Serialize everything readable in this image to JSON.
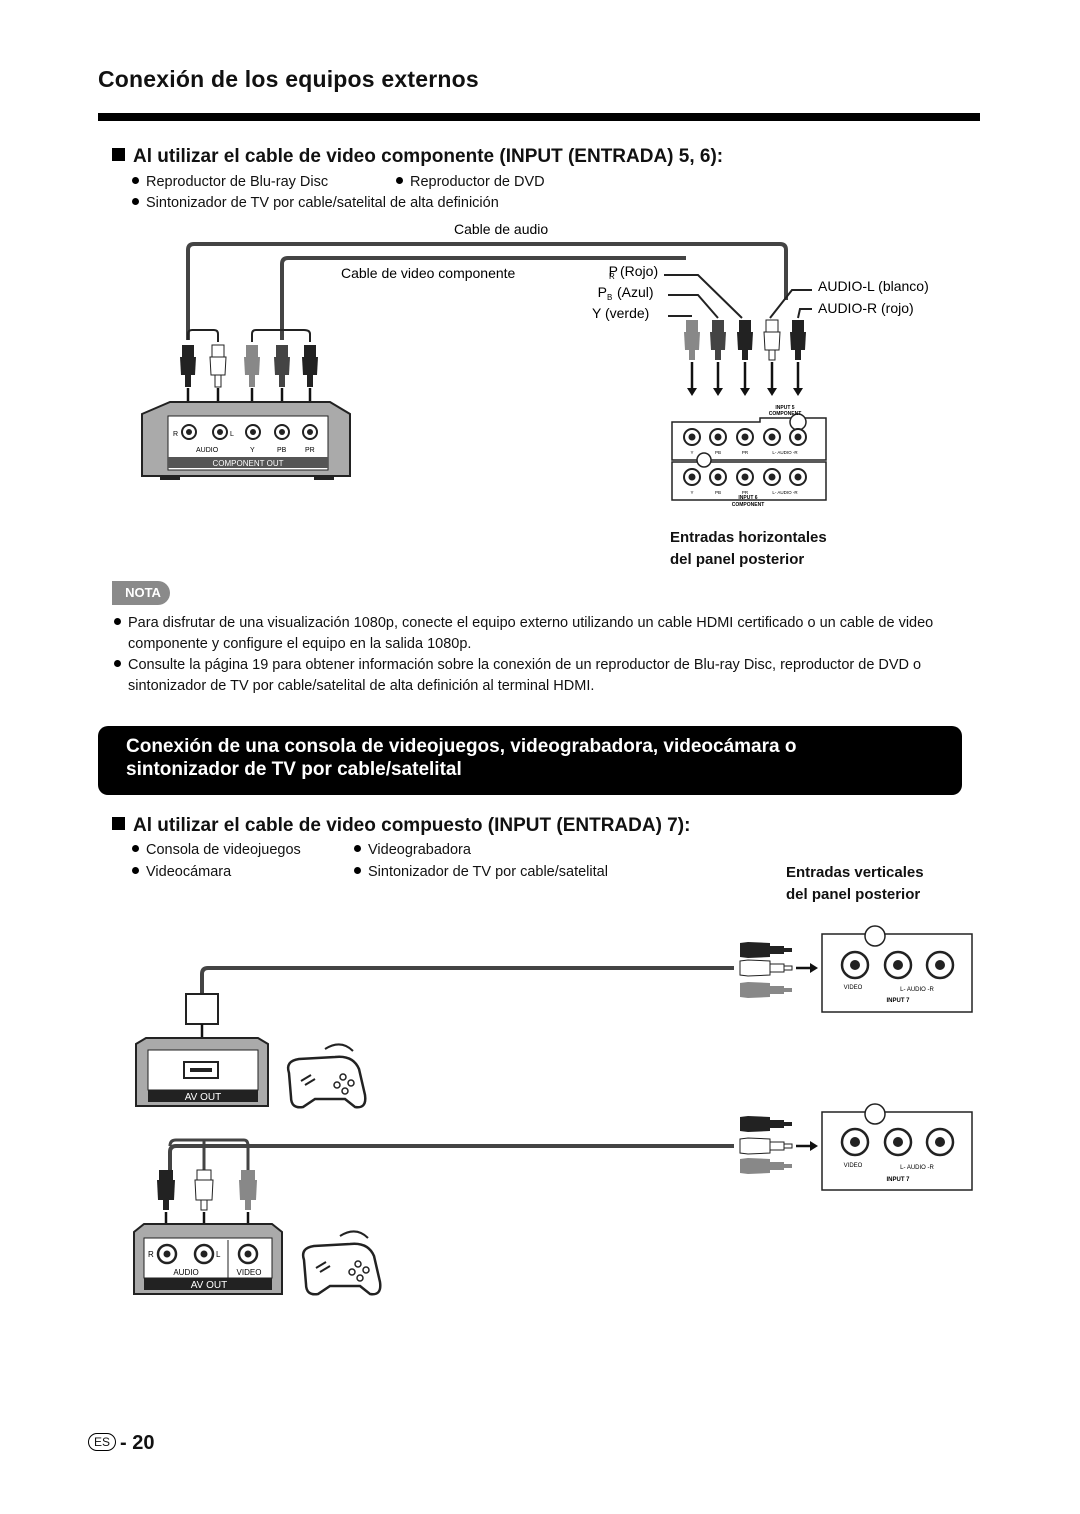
{
  "page": {
    "title": "Conexión de los equipos externos",
    "number": "20",
    "lang_badge": "ES"
  },
  "section1": {
    "heading": "Al utilizar el cable de video componente (INPUT (ENTRADA) 5, 6):",
    "bullets": [
      "Reproductor de Blu-ray Disc",
      "Reproductor de DVD",
      "Sintonizador de TV por cable/satelital de alta definición"
    ],
    "diagram": {
      "audio_cable_label": "Cable de audio",
      "component_cable_label": "Cable de video componente",
      "pr_label": "P",
      "pr_sub": "R",
      "pr_color": "(Rojo)",
      "pb_label": "P",
      "pb_sub": "B",
      "pb_color": "(Azul)",
      "y_label": "Y (verde)",
      "audio_l_label": "AUDIO-L (blanco)",
      "audio_r_label": "AUDIO-R (rojo)",
      "device_panel": {
        "r": "R",
        "l": "L",
        "audio": "AUDIO",
        "y": "Y",
        "pb": "PB",
        "pr": "PR",
        "footer": "COMPONENT OUT"
      },
      "tv_panel": {
        "input5": "INPUT 5",
        "input6": "INPUT 6",
        "component": "COMPONENT",
        "y": "Y",
        "pb": "PB",
        "pr": "PR",
        "audio": "L-  AUDIO -R"
      },
      "caption_line1": "Entradas horizontales",
      "caption_line2": "del panel posterior"
    }
  },
  "nota": {
    "badge": "NOTA",
    "items": [
      "Para disfrutar de una visualización 1080p, conecte el equipo externo utilizando un cable HDMI certificado o un cable de video componente y configure el equipo en la salida 1080p.",
      "Consulte la página 19 para obtener información sobre la conexión de un reproductor de Blu-ray Disc, reproductor de DVD o sintonizador de TV por cable/satelital de alta definición al terminal HDMI."
    ]
  },
  "banner": {
    "line1": "Conexión de una consola de videojuegos, videograbadora, videocámara o",
    "line2": "sintonizador de TV por cable/satelital"
  },
  "section2": {
    "heading": "Al utilizar el cable de video compuesto (INPUT (ENTRADA) 7):",
    "bullets": [
      "Consola de videojuegos",
      "Videograbadora",
      "Videocámara",
      "Sintonizador de TV por cable/satelital"
    ],
    "caption_line1": "Entradas verticales",
    "caption_line2": "del panel posterior",
    "tv_panel": {
      "video": "VIDEO",
      "audio": "L-  AUDIO -R",
      "input": "INPUT 7"
    },
    "console1": {
      "label": "AV OUT"
    },
    "console2": {
      "r": "R",
      "l": "L",
      "audio": "AUDIO",
      "video": "VIDEO",
      "label": "AV OUT"
    }
  }
}
